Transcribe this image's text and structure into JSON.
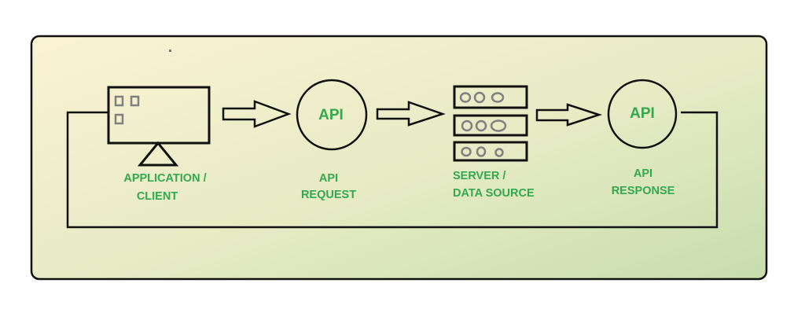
{
  "diagram": {
    "nodes": [
      {
        "id": "client",
        "label_lines": [
          "APPLICATION /",
          "CLIENT"
        ],
        "icon": "monitor-icon"
      },
      {
        "id": "api-request",
        "circle_text": "API",
        "label_lines": [
          "API",
          "REQUEST"
        ],
        "icon": "api-circle-icon"
      },
      {
        "id": "server",
        "label_lines": [
          "SERVER /",
          "DATA SOURCE"
        ],
        "icon": "server-rack-icon"
      },
      {
        "id": "api-response",
        "circle_text": "API",
        "label_lines": [
          "API",
          "RESPONSE"
        ],
        "icon": "api-circle-icon"
      }
    ],
    "edges": [
      {
        "from": "client",
        "to": "api-request",
        "style": "hollow-arrow"
      },
      {
        "from": "api-request",
        "to": "server",
        "style": "hollow-arrow"
      },
      {
        "from": "server",
        "to": "api-response",
        "style": "hollow-arrow"
      },
      {
        "from": "api-response",
        "to": "client",
        "style": "loop-line"
      }
    ],
    "colors": {
      "label": "#33a84e",
      "stroke": "#111111",
      "icon_gray": "#808080",
      "bg_start": "#f9f3d4",
      "bg_end": "#c9deb0"
    }
  }
}
